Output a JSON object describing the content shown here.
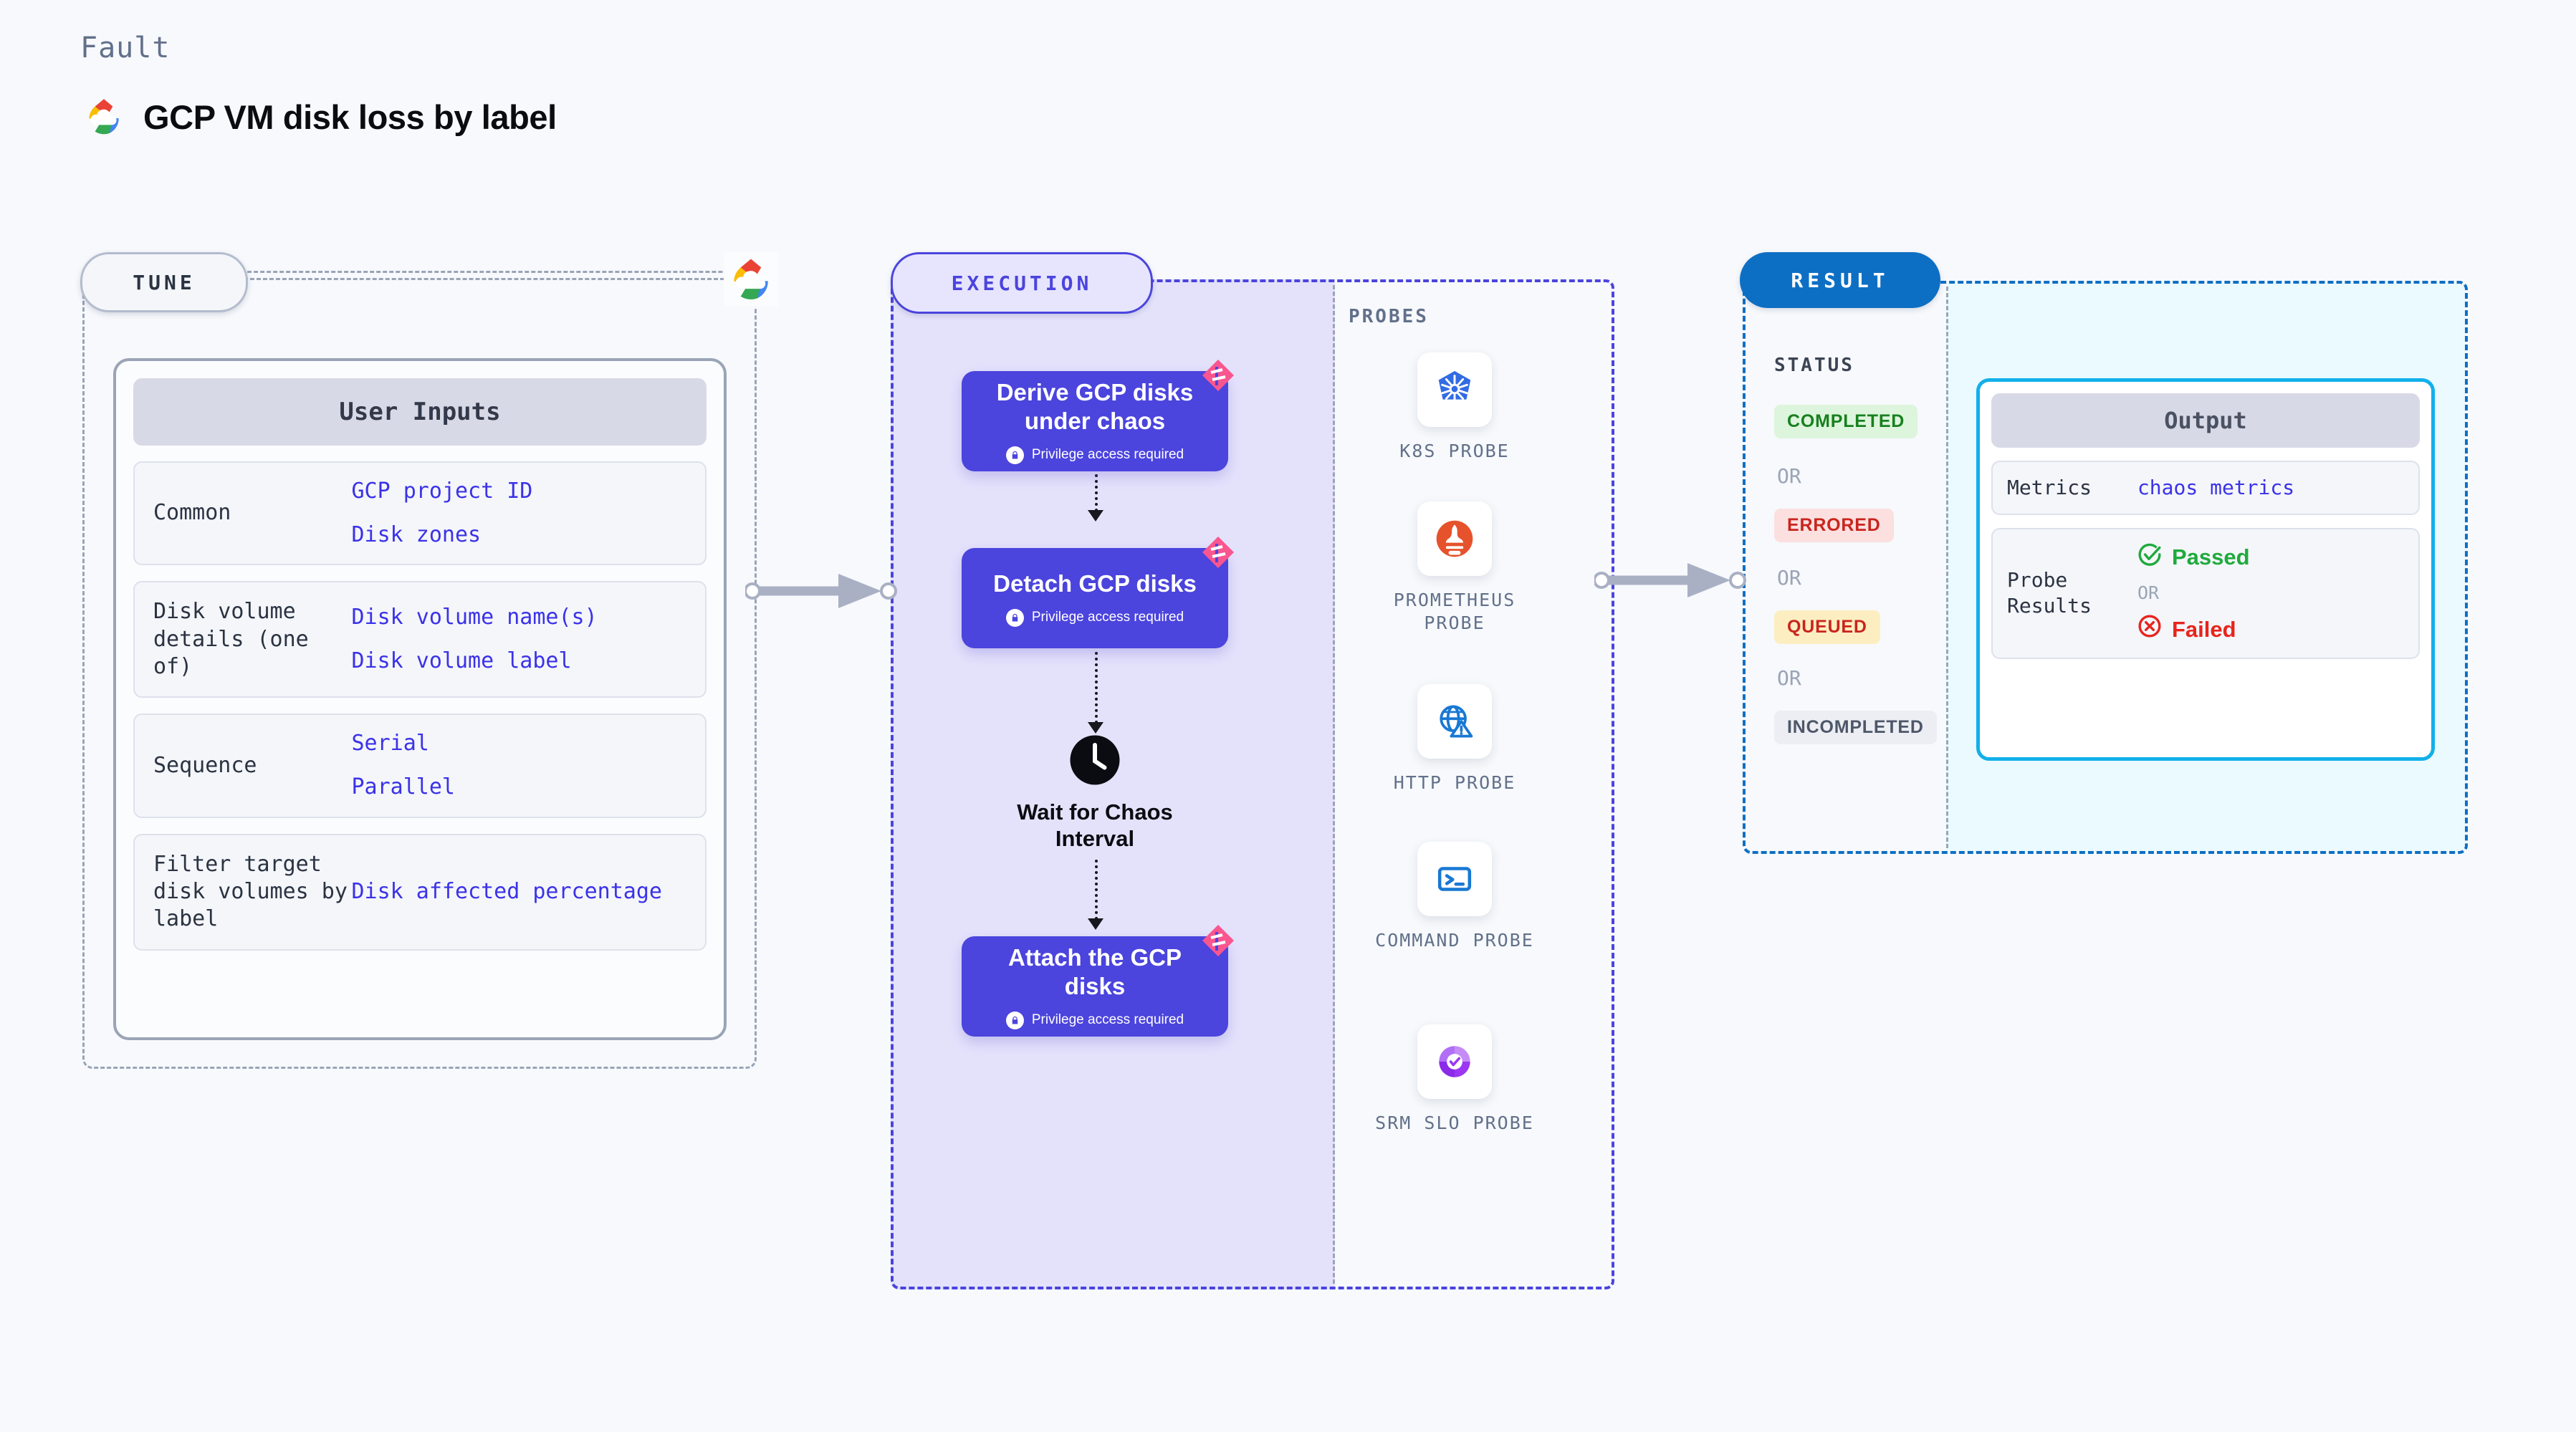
{
  "header": {
    "eyebrow": "Fault",
    "title": "GCP VM disk loss by label",
    "logo_icon": "gcp-logo-icon"
  },
  "stages": {
    "tune": "TUNE",
    "execution": "EXECUTION",
    "result": "RESULT"
  },
  "tune": {
    "card_title": "User Inputs",
    "rows": [
      {
        "key": "Common",
        "values": [
          "GCP project ID",
          "Disk zones"
        ]
      },
      {
        "key": "Disk volume details (one of)",
        "values": [
          "Disk volume name(s)",
          "Disk volume label"
        ]
      },
      {
        "key": "Sequence",
        "values": [
          "Serial",
          "Parallel"
        ]
      },
      {
        "key": "Filter target disk volumes by label",
        "values": [
          "Disk affected percentage"
        ]
      }
    ]
  },
  "execution": {
    "nodes": [
      {
        "title": "Derive GCP disks under chaos",
        "note": "Privilege access required",
        "icon": "lock-icon",
        "ribbon": "harness-ribbon-icon"
      },
      {
        "title": "Detach GCP disks",
        "note": "Privilege access required",
        "icon": "lock-icon",
        "ribbon": "harness-ribbon-icon"
      },
      {
        "title": "Attach the GCP disks",
        "note": "Privilege access required",
        "icon": "lock-icon",
        "ribbon": "harness-ribbon-icon"
      }
    ],
    "wait": {
      "label": "Wait for Chaos Interval",
      "icon": "clock-icon"
    }
  },
  "probes": {
    "label": "PROBES",
    "items": [
      {
        "name": "K8S PROBE",
        "icon": "kubernetes-icon"
      },
      {
        "name": "PROMETHEUS PROBE",
        "icon": "prometheus-icon"
      },
      {
        "name": "HTTP PROBE",
        "icon": "http-globe-icon"
      },
      {
        "name": "COMMAND PROBE",
        "icon": "terminal-icon"
      },
      {
        "name": "SRM SLO PROBE",
        "icon": "srm-slo-icon"
      }
    ]
  },
  "result": {
    "status_label": "STATUS",
    "or_label": "OR",
    "statuses": [
      {
        "label": "COMPLETED",
        "color": "#18801f",
        "bg": "#ddf5dc"
      },
      {
        "label": "ERRORED",
        "color": "#c9251d",
        "bg": "#fbe0df"
      },
      {
        "label": "QUEUED",
        "color": "#c9251d",
        "bg": "#fdeec2"
      },
      {
        "label": "INCOMPLETED",
        "color": "#4e5769",
        "bg": "#eceef4"
      }
    ],
    "output": {
      "card_title": "Output",
      "metrics_key": "Metrics",
      "metrics_value": "chaos metrics",
      "probe_results_key": "Probe Results",
      "passed": "Passed",
      "failed": "Failed",
      "or_label": "OR",
      "passed_icon": "check-circle-icon",
      "failed_icon": "x-circle-icon"
    }
  },
  "colors": {
    "page_bg": "#f7f9fc",
    "execution_accent": "#4b44dd",
    "execution_fill": "#e4e2fb",
    "result_accent": "#0d6fc4",
    "result_fill": "#eafaff",
    "output_border": "#12b0ea",
    "link_text": "#3b32e8",
    "ribbon": "#f9568f"
  }
}
